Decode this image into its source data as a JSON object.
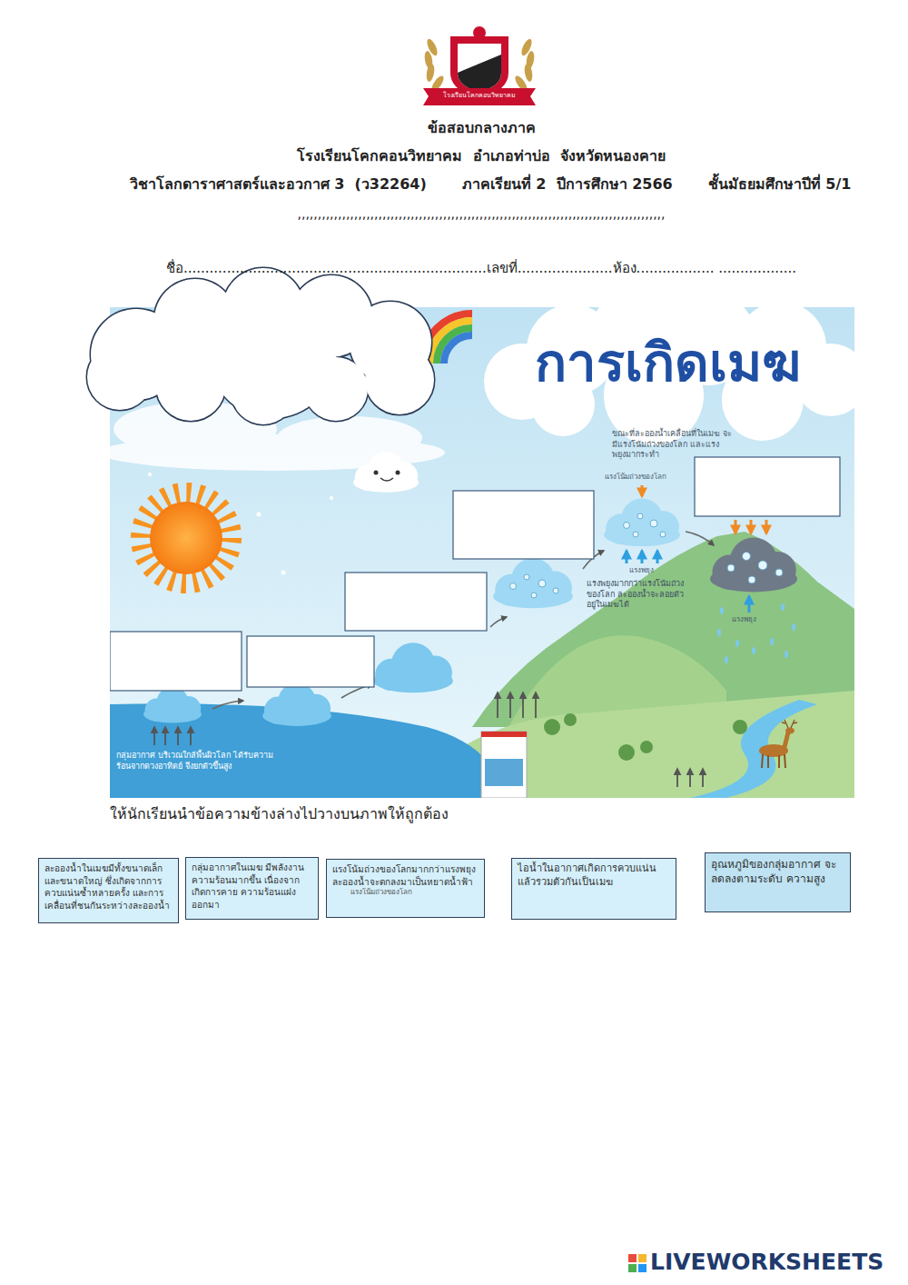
{
  "diagram": {
    "title": "ข้อสอบกลางภาค",
    "nodes": [
      {
        "text": [
          "ละอองน้ำในเมฆมีทั้งขนาดเล็ก และขนาดใหญ่ ซึ่งเกิดจากการ ควบแน่นซ้ำหลายครั้ง และการ เคลื่อนที่ชนกันระหว่างละอองน้ำ"
        ]
      },
      {
        "text": [
          "กลุ่มอากาศในเมฆ มีพลังงานความร้อนมากขึ้น เนื่องจากเกิดการคาย ความร้อนแฝงออกมา"
        ]
      },
      {
        "text": [
          "แรงโน้มถ่วงของโลกมากกว่าแรงพยุง ละอองน้ำจะตกลงมาเป็นหยาดน้ำฟ้า",
          "แรงโน้มถ่วงของโลก"
        ]
      },
      {
        "text": [
          "ไอน้ำในอากาศเกิดการควบแน่น แล้วรวมตัวกันเป็นเมฆ"
        ]
      },
      {
        "text": [
          "อุณหภูมิของกลุ่มอากาศ จะลดลงตามระดับ ความสูง"
        ]
      }
    ],
    "labels": [
      "โรงเรียนโคกคอนวิทยาคม",
      "โรงเรียนโคกคอนวิทยาคม  อำเภอท่าบ่อ  จังหวัดหนองคาย",
      "วิชาโลกดาราศาสตร์และอวกาศ 3  (ว32264)       ภาคเรียนที่ 2  ปีการศึกษา 2566       ชั้นมัธยมศึกษาปีที่ 5/1",
      ",,,,,,,,,,,,,,,,,,,,,,,,,,,,,,,,,,,,,,,,,,,,,,,,,,,,,,,,,,,,,,,,,,,,,,,,,,,,,,,,,,,,,,,,,,,",
      "ชื่อ......................................................................เลขที่......................ห้อง.................. ..................",
      "การเกิดเมฆ",
      "ขณะที่ละอองน้ำเคลื่อนที่ในเมฆ จะมีแรงโน้มถ่วงของโลก และแรงพยุงมากระทำ",
      "แรงโน้มถ่วงของโลก",
      "แรงพยุง",
      "แรงพยุงมากกว่าแรงโน้มถ่วง ของโลก ละอองน้ำจะลอยตัว อยู่ในเมฆได้",
      "แรงพยุง",
      "กลุ่มอากาศ บริเวณใกล้พื้นผิวโลก ได้รับความร้อนจากดวงอาทิตย์ จึงยกตัวขึ้นสูง",
      "ให้นักเรียนนำข้อความข้างล่างไปวางบนภาพให้ถูกต้อง",
      "LIVEWORKSHEETS"
    ]
  }
}
